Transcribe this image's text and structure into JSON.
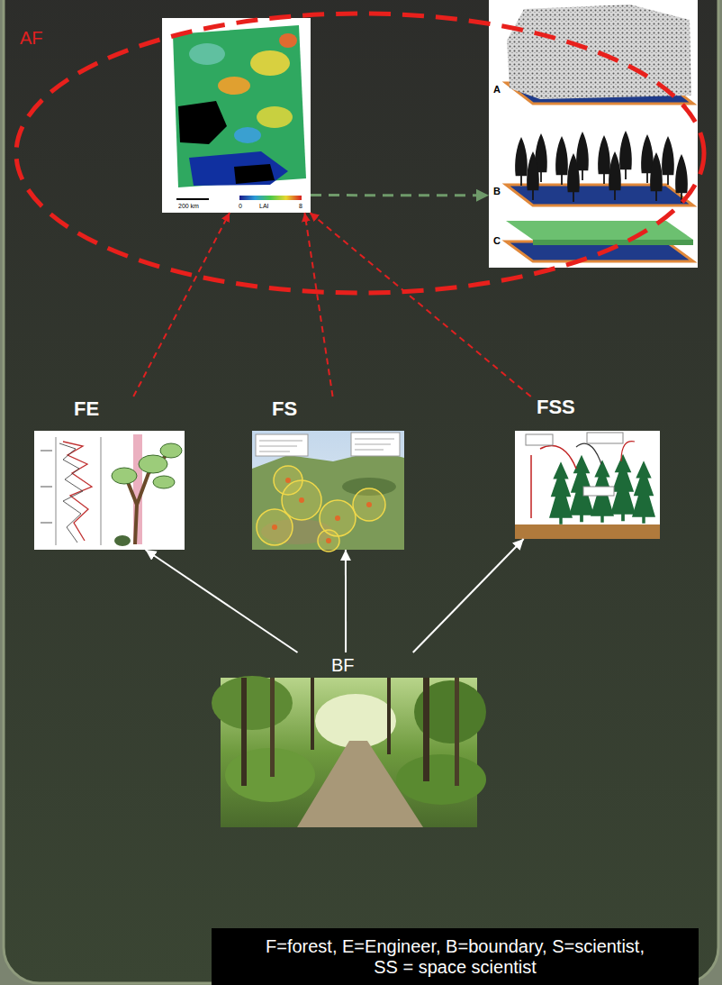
{
  "diagram": {
    "nodes": [
      {
        "text": [
          "AF"
        ]
      },
      {
        "text": [
          "200 km",
          "0",
          "LAI",
          "8"
        ],
        "in": 0
      },
      {
        "text": [
          "A",
          "B",
          "C"
        ],
        "in": 0
      },
      {
        "text": [
          "FE"
        ]
      },
      {
        "text": [
          "FS"
        ]
      },
      {
        "text": [
          "FSS"
        ]
      },
      {
        "text": [
          "BF"
        ]
      },
      {
        "text": [
          "F=forest, E=Engineer, B=boundary, S=scientist, SS = space scientist"
        ]
      }
    ],
    "edges": [
      {
        "from": 3,
        "to": 1,
        "arrow": "to"
      },
      {
        "from": 4,
        "to": 1,
        "arrow": "to"
      },
      {
        "from": 5,
        "to": 1,
        "arrow": "to"
      },
      {
        "from": 1,
        "to": 2,
        "arrow": "to"
      },
      {
        "from": 6,
        "to": 3,
        "arrow": "to"
      },
      {
        "from": 6,
        "to": 4,
        "arrow": "to"
      },
      {
        "from": 6,
        "to": 5,
        "arrow": "to"
      }
    ]
  }
}
